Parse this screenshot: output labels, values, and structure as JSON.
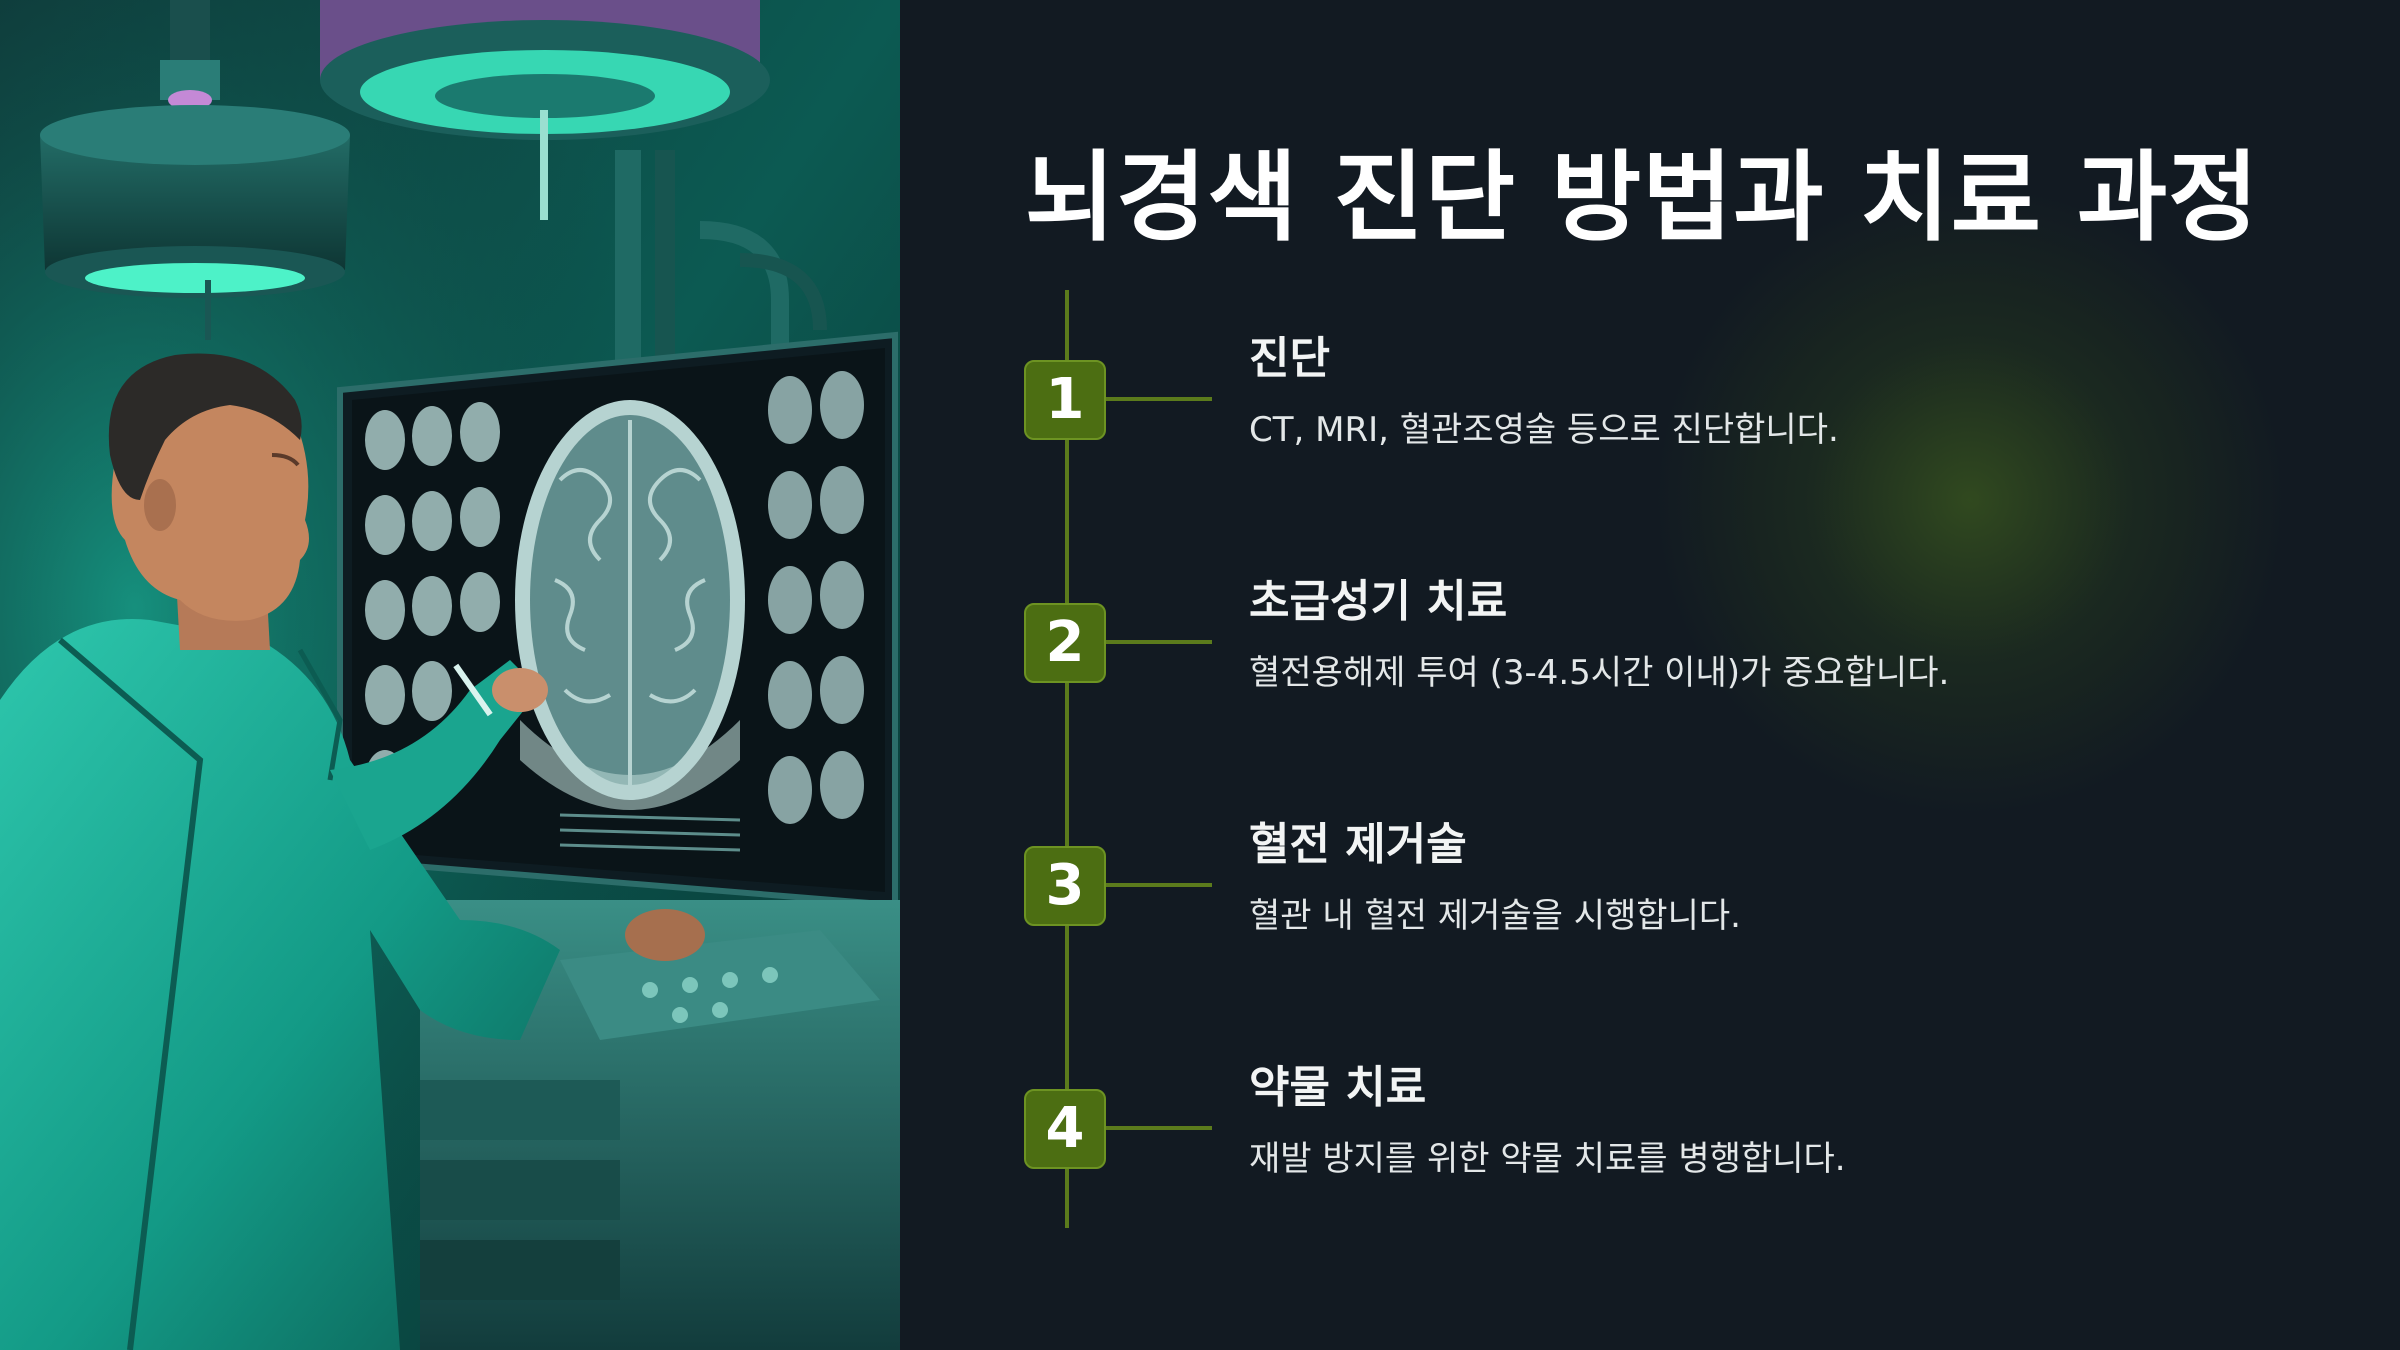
{
  "slide": {
    "title": "뇌경색 진단 방법과 치료 과정",
    "steps": [
      {
        "number": "1",
        "title": "진단",
        "description": "CT, MRI, 혈관조영술 등으로 진단합니다."
      },
      {
        "number": "2",
        "title": "초급성기 치료",
        "description": "혈전용해제 투여 (3-4.5시간 이내)가 중요합니다."
      },
      {
        "number": "3",
        "title": "혈전 제거술",
        "description": "혈관 내 혈전 제거술을 시행합니다."
      },
      {
        "number": "4",
        "title": "약물 치료",
        "description": "재발 방지를 위한 약물 치료를 병행합니다."
      }
    ]
  },
  "image": {
    "subject": "doctor-viewing-brain-scans"
  },
  "colors": {
    "background": "#121a22",
    "accent": "#4c6e12",
    "line": "#5b7b1c",
    "text": "#ffffff"
  }
}
